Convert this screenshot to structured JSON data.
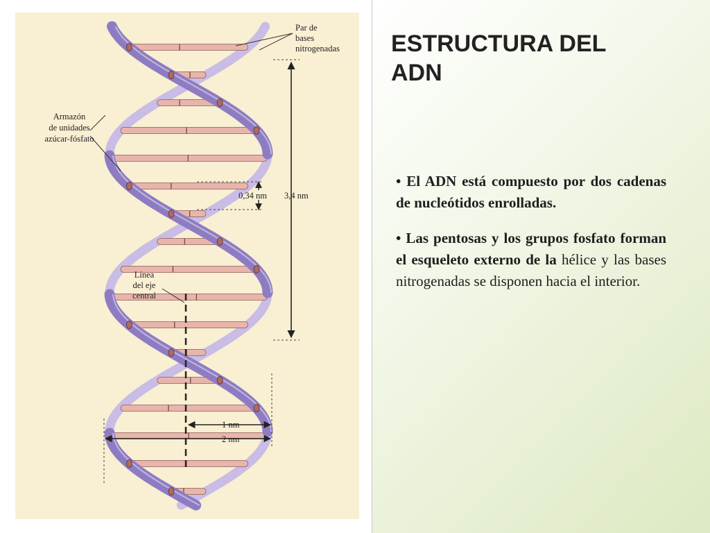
{
  "slide": {
    "title_line1": "ESTRUCTURA DEL",
    "title_line2": "ADN"
  },
  "bullets": [
    {
      "bold": "• El ADN está compuesto por dos cadenas de nucleótidos enrolladas.",
      "normal": ""
    },
    {
      "bold": "• Las pentosas y los grupos fosfato forman el esqueleto externo de la",
      "normal": " hélice y las bases nitrogenadas se disponen hacia el interior."
    }
  ],
  "diagram": {
    "label_bases": [
      "Par de",
      "bases",
      "nitrogenadas"
    ],
    "label_backbone": [
      "Armazón",
      "de unidades",
      "azúcar-fósfato"
    ],
    "label_axis": [
      "Línea",
      "del eje",
      "central"
    ],
    "rise": "0,34 nm",
    "pitch": "3,4 nm",
    "radius": "1 nm",
    "diameter": "2 nm",
    "colors": {
      "panel": "#f9efd3",
      "strand": "#8e7cc3",
      "strand_back": "#c9bde6",
      "base": "#e8b5ad",
      "nucleotide": "#b06a62"
    }
  }
}
